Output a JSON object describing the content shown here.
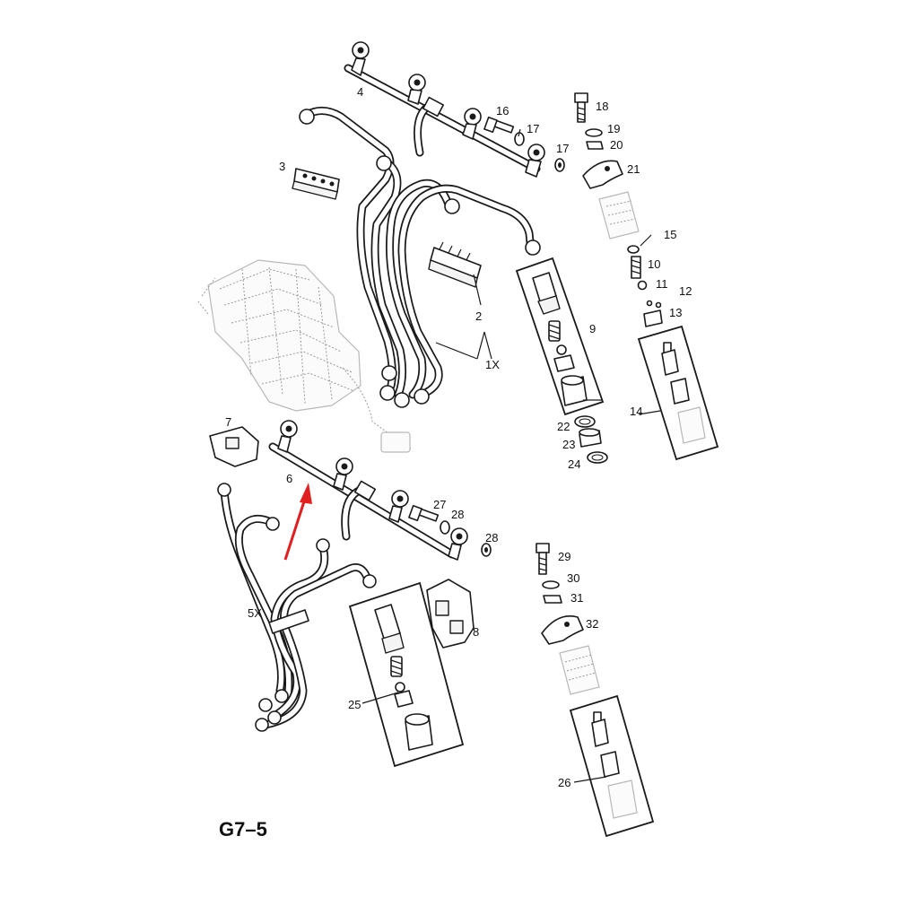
{
  "figure_code": "G7–5",
  "callouts": {
    "c1": "1X",
    "c2": "2",
    "c3": "3",
    "c4": "4",
    "c5": "5X",
    "c6": "6",
    "c7": "7",
    "c8": "8",
    "c9": "9",
    "c10": "10",
    "c11": "11",
    "c12": "12",
    "c13": "13",
    "c14": "14",
    "c15": "15",
    "c16": "16",
    "c17a": "17",
    "c17b": "17",
    "c18": "18",
    "c19": "19",
    "c20": "20",
    "c21": "21",
    "c22": "22",
    "c23": "23",
    "c24": "24",
    "c25": "25",
    "c26": "26",
    "c27": "27",
    "c28a": "28",
    "c28b": "28",
    "c29": "29",
    "c30": "30",
    "c31": "31",
    "c32": "32"
  },
  "colors": {
    "line": "#1a1a1a",
    "highlight_arrow": "#e02020",
    "background": "#ffffff"
  },
  "highlighted_part": "6"
}
